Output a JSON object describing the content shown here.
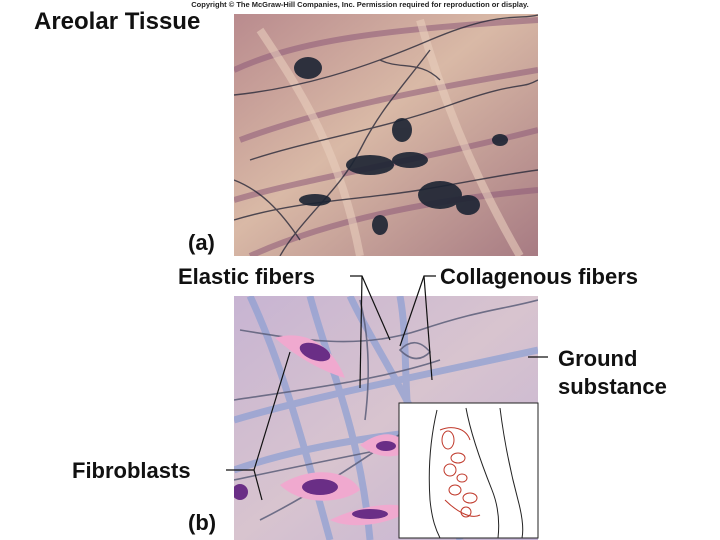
{
  "copyright": "Copyright © The McGraw-Hill Companies, Inc. Permission required for reproduction or display.",
  "title": "Areolar Tissue",
  "panels": {
    "a_label": "(a)",
    "b_label": "(b)"
  },
  "labels": {
    "elastic_fibers": "Elastic fibers",
    "collagenous_fibers": "Collagenous fibers",
    "ground_substance_1": "Ground",
    "ground_substance_2": "substance",
    "fibroblasts": "Fibroblasts"
  },
  "colors": {
    "micrograph_bg": "#d9b9a6",
    "stain_purple": "#7a4a6e",
    "nucleus": "#1c2433",
    "illus_bg": "#c9b6cf",
    "collagen_blue": "#8c9fd3",
    "fibroblast_pink": "#f0a9cf",
    "fibroblast_nucleus": "#6a2e86"
  }
}
